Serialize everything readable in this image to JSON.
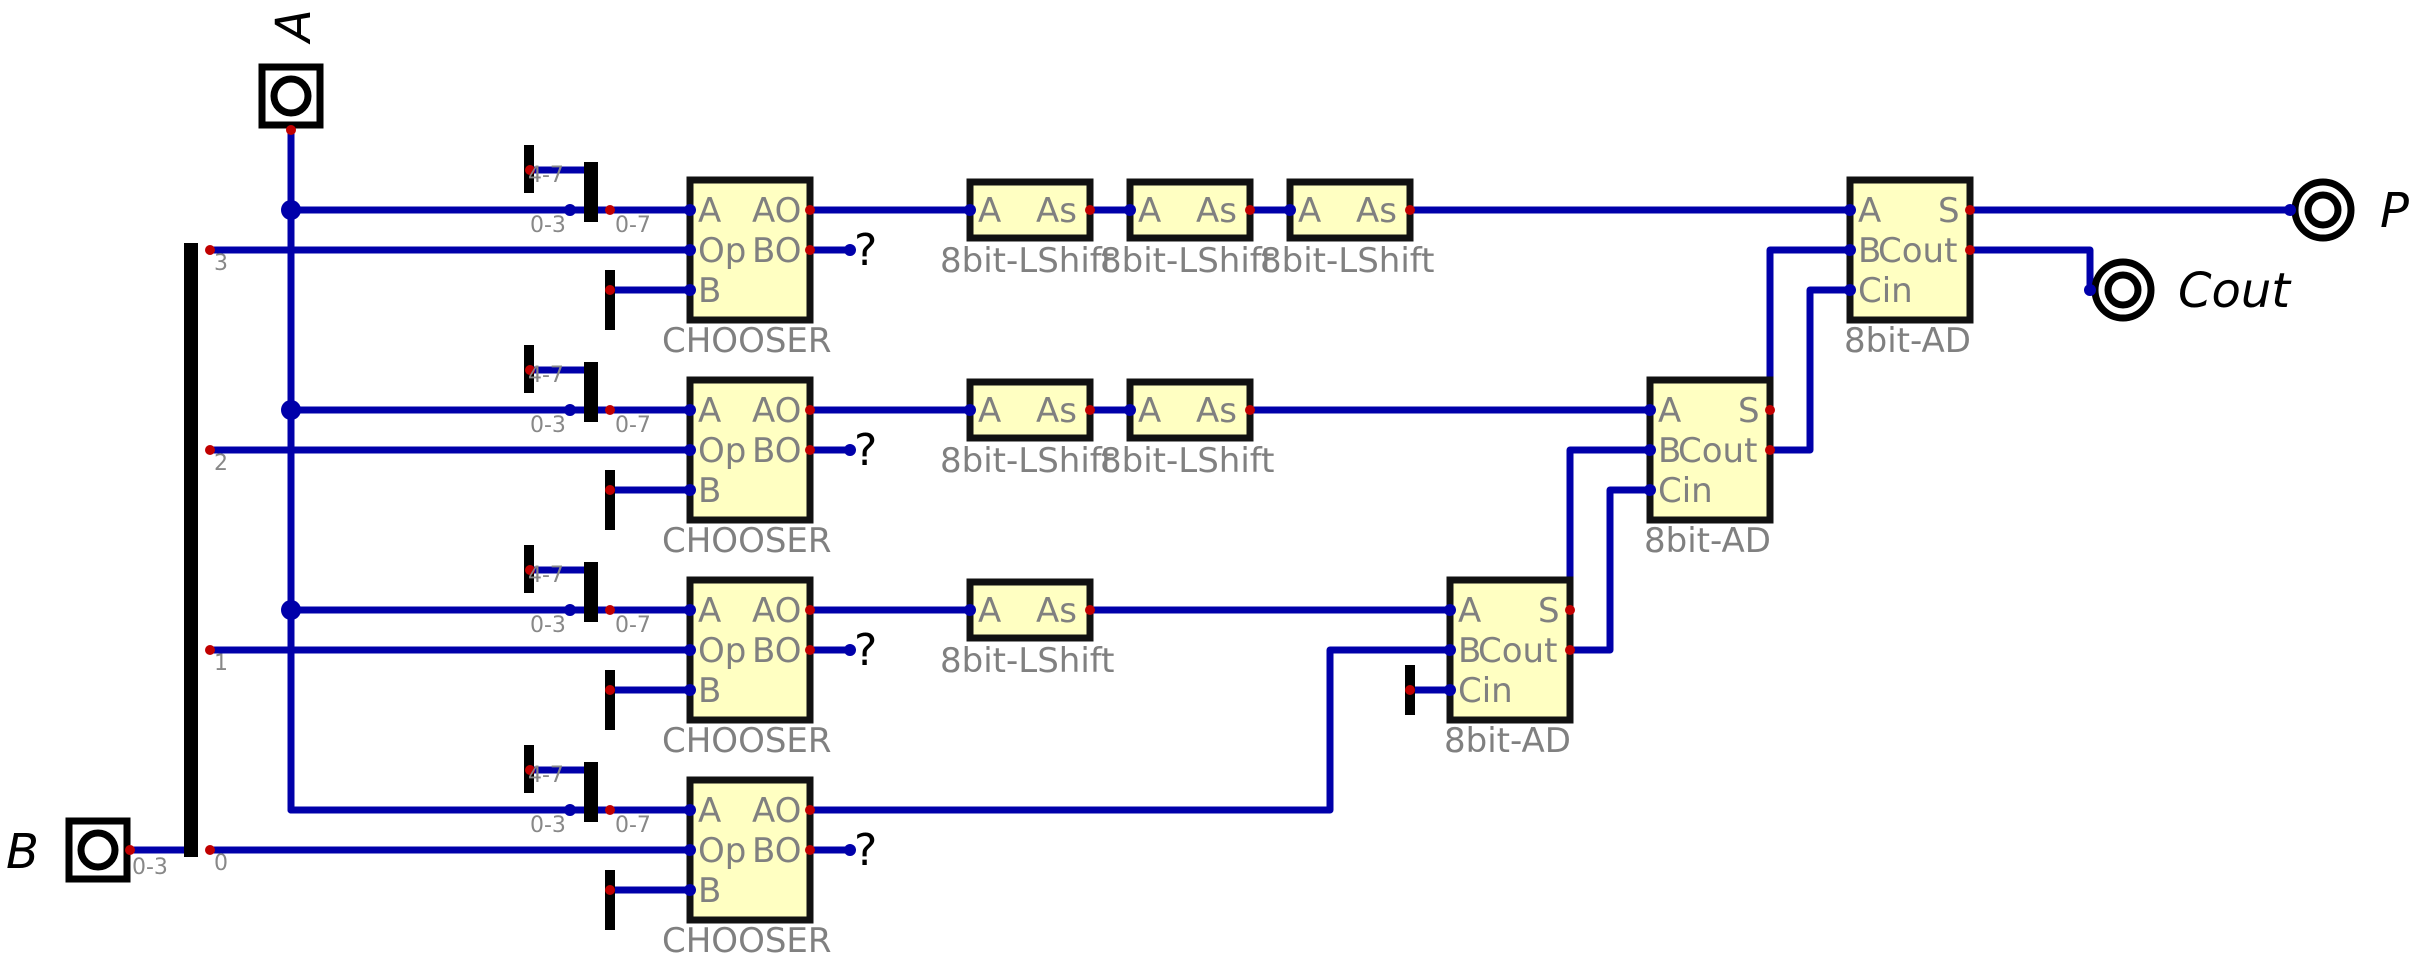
{
  "colors": {
    "wire": "#0000aa",
    "comp_fill": "#ffffc2",
    "comp_stroke": "#111111",
    "port_dot": "#c00000",
    "label_gray": "#808080",
    "split_gray": "#888888",
    "bus": "#000000"
  },
  "io": {
    "input_a": "A",
    "input_b": "B",
    "output_p": "P",
    "output_cout": "Cout"
  },
  "component_names": {
    "chooser": "CHOOSER",
    "shifter": "8bit-LShift",
    "adder": "8bit-AD"
  },
  "pin_labels": {
    "chooser": {
      "a": "A",
      "ao": "AO",
      "op": "Op",
      "bo": "BO",
      "b": "B"
    },
    "shifter": {
      "a": "A",
      "as": "As"
    },
    "adder": {
      "a": "A",
      "s": "S",
      "b": "B",
      "cout": "Cout",
      "cin": "Cin"
    }
  },
  "splitter_labels": {
    "high": "4-7",
    "low": "0-3",
    "full": "0-7"
  },
  "bus": {
    "input_range": "0-3",
    "bits": [
      "3",
      "2",
      "1",
      "0"
    ]
  },
  "unconnected_output": "?"
}
